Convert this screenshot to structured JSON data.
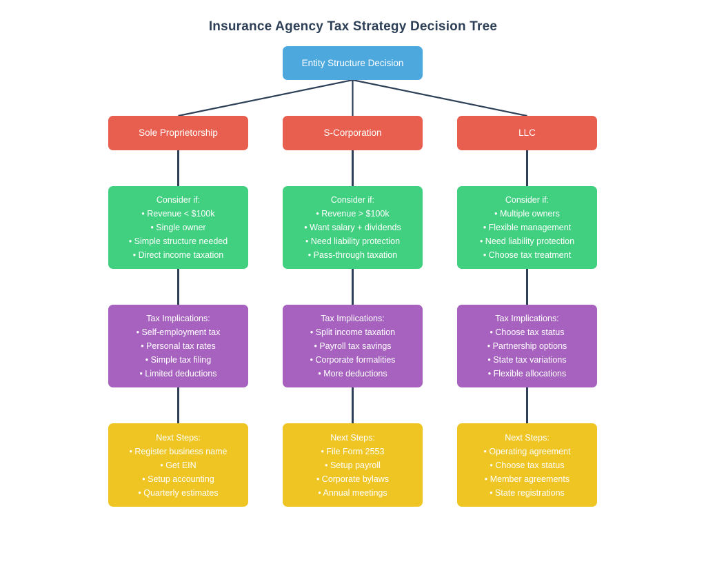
{
  "title": "Insurance Agency Tax Strategy Decision Tree",
  "colors": {
    "background": "#ffffff",
    "title_text": "#2e4057",
    "root": "#4da8de",
    "entity": "#e95f4f",
    "consider": "#41cf80",
    "implications": "#a濾",
    "purple": "#a762bf",
    "next_steps": "#efc524",
    "connector": "#2e4057",
    "node_text": "#ffffff"
  },
  "root": {
    "label": "Entity Structure Decision"
  },
  "columns": [
    {
      "entity": "Sole Proprietorship",
      "consider": {
        "heading": "Consider if:",
        "items": [
          "• Revenue < $100k",
          "• Single owner",
          "• Simple structure needed",
          "• Direct income taxation"
        ]
      },
      "implications": {
        "heading": "Tax Implications:",
        "items": [
          "• Self-employment tax",
          "• Personal tax rates",
          "• Simple tax filing",
          "• Limited deductions"
        ]
      },
      "next_steps": {
        "heading": "Next Steps:",
        "items": [
          "• Register business name",
          "• Get EIN",
          "• Setup accounting",
          "• Quarterly estimates"
        ]
      }
    },
    {
      "entity": "S-Corporation",
      "consider": {
        "heading": "Consider if:",
        "items": [
          "• Revenue > $100k",
          "• Want salary + dividends",
          "• Need liability protection",
          "• Pass-through taxation"
        ]
      },
      "implications": {
        "heading": "Tax Implications:",
        "items": [
          "• Split income taxation",
          "• Payroll tax savings",
          "• Corporate formalities",
          "• More deductions"
        ]
      },
      "next_steps": {
        "heading": "Next Steps:",
        "items": [
          "• File Form 2553",
          "• Setup payroll",
          "• Corporate bylaws",
          "• Annual meetings"
        ]
      }
    },
    {
      "entity": "LLC",
      "consider": {
        "heading": "Consider if:",
        "items": [
          "• Multiple owners",
          "• Flexible management",
          "• Need liability protection",
          "• Choose tax treatment"
        ]
      },
      "implications": {
        "heading": "Tax Implications:",
        "items": [
          "• Choose tax status",
          "• Partnership options",
          "• State tax variations",
          "• Flexible allocations"
        ]
      },
      "next_steps": {
        "heading": "Next Steps:",
        "items": [
          "• Operating agreement",
          "• Choose tax status",
          "• Member agreements",
          "• State registrations"
        ]
      }
    }
  ]
}
